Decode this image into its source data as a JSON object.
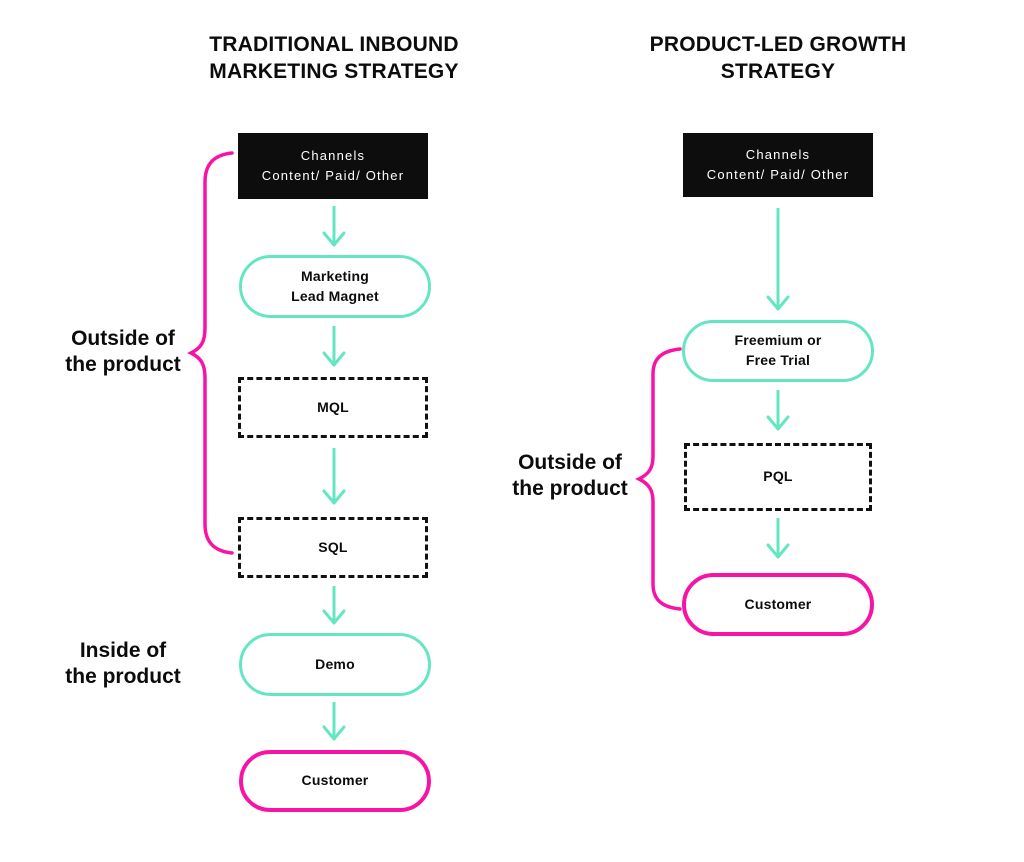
{
  "colors": {
    "pink": "#f714a5",
    "teal": "#65e6c3",
    "box_black": "#0d0d0d",
    "text_black": "#111111"
  },
  "left_flow": {
    "title_lines": [
      "TRADITIONAL INBOUND",
      "MARKETING STRATEGY"
    ],
    "channels": {
      "line1": "Channels",
      "line2": "Content/ Paid/ Other"
    },
    "lead_magnet": {
      "line1": "Marketing",
      "line2": "Lead Magnet"
    },
    "mql": "MQL",
    "sql": "SQL",
    "demo": "Demo",
    "customer": "Customer",
    "outside_label_lines": [
      "Outside of",
      "the product"
    ],
    "inside_label_lines": [
      "Inside of",
      "the product"
    ]
  },
  "right_flow": {
    "title_lines": [
      "PRODUCT-LED GROWTH",
      "STRATEGY"
    ],
    "channels": {
      "line1": "Channels",
      "line2": "Content/ Paid/ Other"
    },
    "freemium": {
      "line1": "Freemium or",
      "line2": "Free Trial"
    },
    "pql": "PQL",
    "customer": "Customer",
    "outside_label_lines": [
      "Outside of",
      "the product"
    ]
  }
}
